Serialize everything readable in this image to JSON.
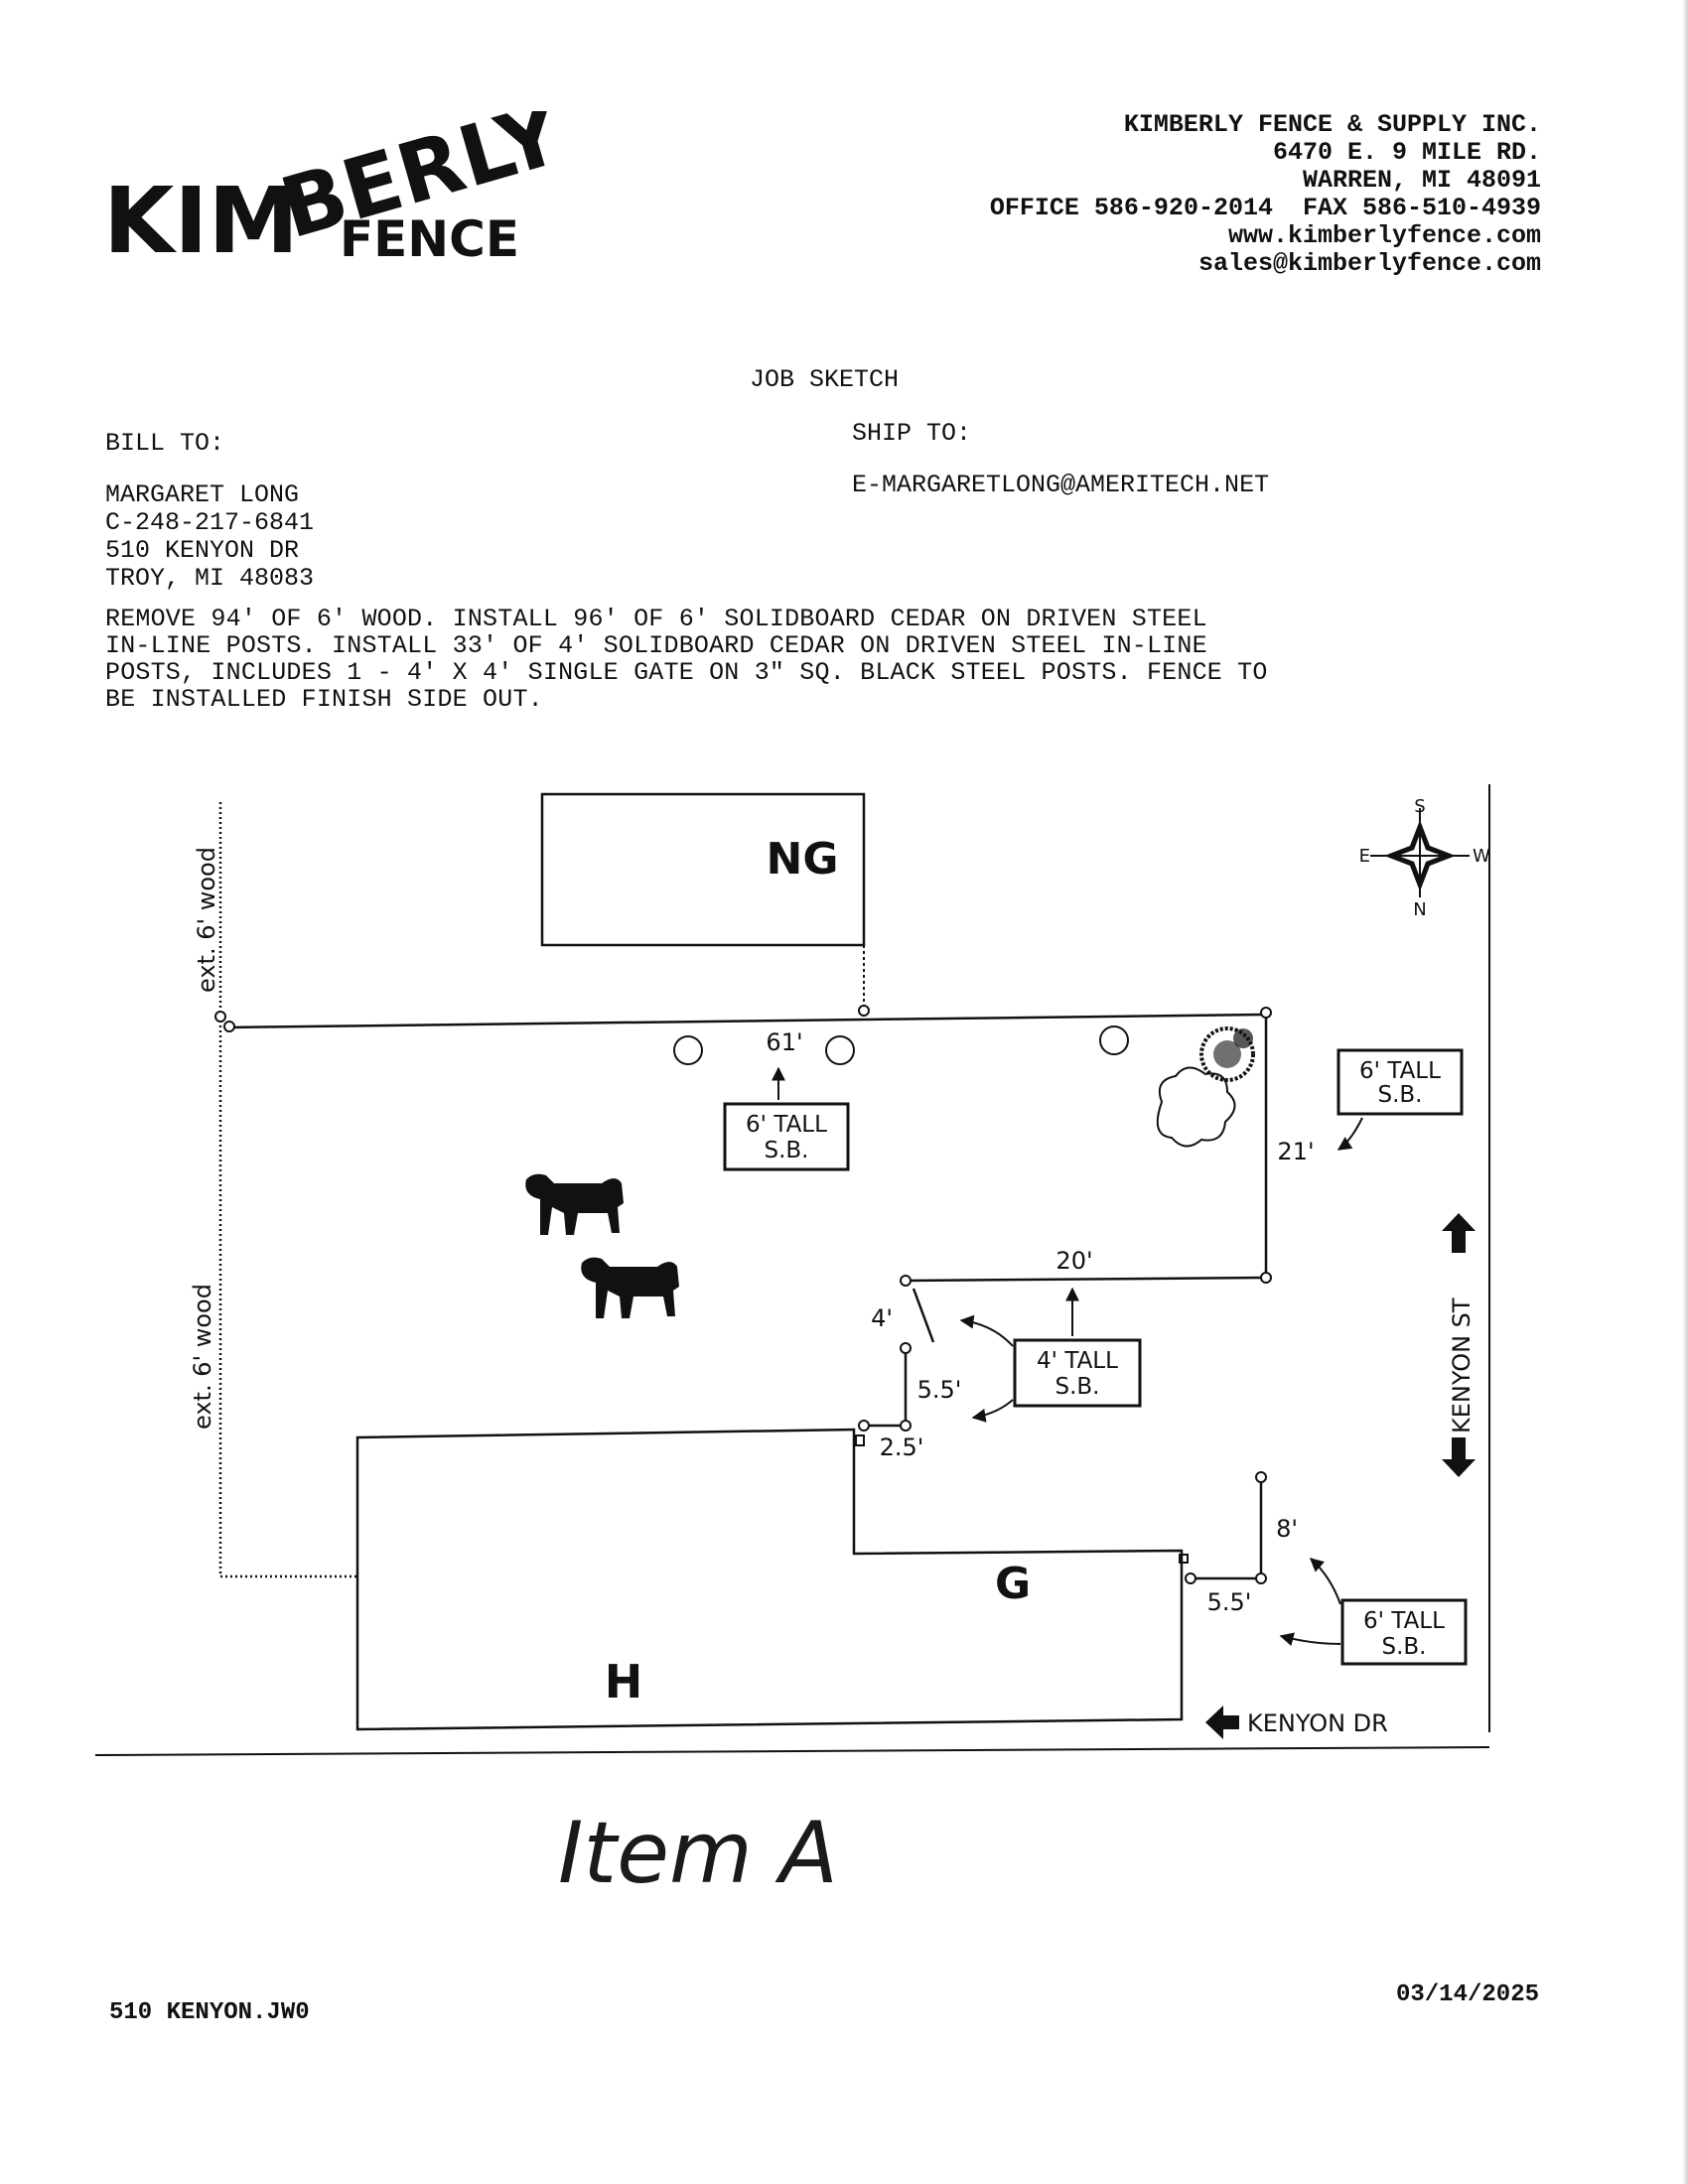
{
  "logo": {
    "line1": "KIMBERLY",
    "line2": "FENCE"
  },
  "company": {
    "name": "KIMBERLY FENCE & SUPPLY INC.",
    "street": "6470 E. 9 MILE RD.",
    "city": "WARREN, MI 48091",
    "phones": "OFFICE 586-920-2014  FAX 586-510-4939",
    "website": "www.kimberlyfence.com",
    "email": "sales@kimberlyfence.com"
  },
  "document_title": "JOB SKETCH",
  "bill_to": {
    "label": "BILL TO:",
    "name": "MARGARET LONG",
    "phone": "C-248-217-6841",
    "street": "510 KENYON DR",
    "city": "TROY, MI 48083"
  },
  "ship_to": {
    "label": "SHIP TO:",
    "email": "E-MARGARETLONG@AMERITECH.NET"
  },
  "description_lines": [
    "REMOVE 94' OF 6' WOOD. INSTALL 96' OF 6' SOLIDBOARD CEDAR ON DRIVEN STEEL",
    "IN-LINE POSTS. INSTALL 33' OF 4' SOLIDBOARD CEDAR ON DRIVEN STEEL IN-LINE",
    "POSTS, INCLUDES 1 - 4' X 4' SINGLE GATE ON 3\" SQ. BLACK STEEL POSTS. FENCE TO",
    "BE INSTALLED FINISH SIDE OUT."
  ],
  "sketch": {
    "compass": {
      "s": "S",
      "e": "E",
      "w": "W",
      "n": "N"
    },
    "buildings": {
      "neighbor_garage": "NG",
      "house": "H",
      "garage": "G"
    },
    "existing_fence_top": "ext. 6' wood",
    "existing_fence_bottom": "ext. 6' wood",
    "dimensions": {
      "top": "61'",
      "east": "21'",
      "inner_top": "20'",
      "gate": "4'",
      "inner_side": "5.5'",
      "small": "2.5'",
      "garage_side": "8'",
      "garage_return": "5.5'"
    },
    "callouts": {
      "top_center": {
        "line1": "6' TALL",
        "line2": "S.B."
      },
      "top_right": {
        "line1": "6' TALL",
        "line2": "S.B."
      },
      "middle": {
        "line1": "4' TALL",
        "line2": "S.B."
      },
      "bottom_right": {
        "line1": "6' TALL",
        "line2": "S.B."
      }
    },
    "streets": {
      "kenyon_st": "KENYON ST",
      "kenyon_dr": "KENYON DR"
    }
  },
  "handwritten_note": "Item A",
  "footer": {
    "filename": "510 KENYON.JW0",
    "date": "03/14/2025"
  }
}
